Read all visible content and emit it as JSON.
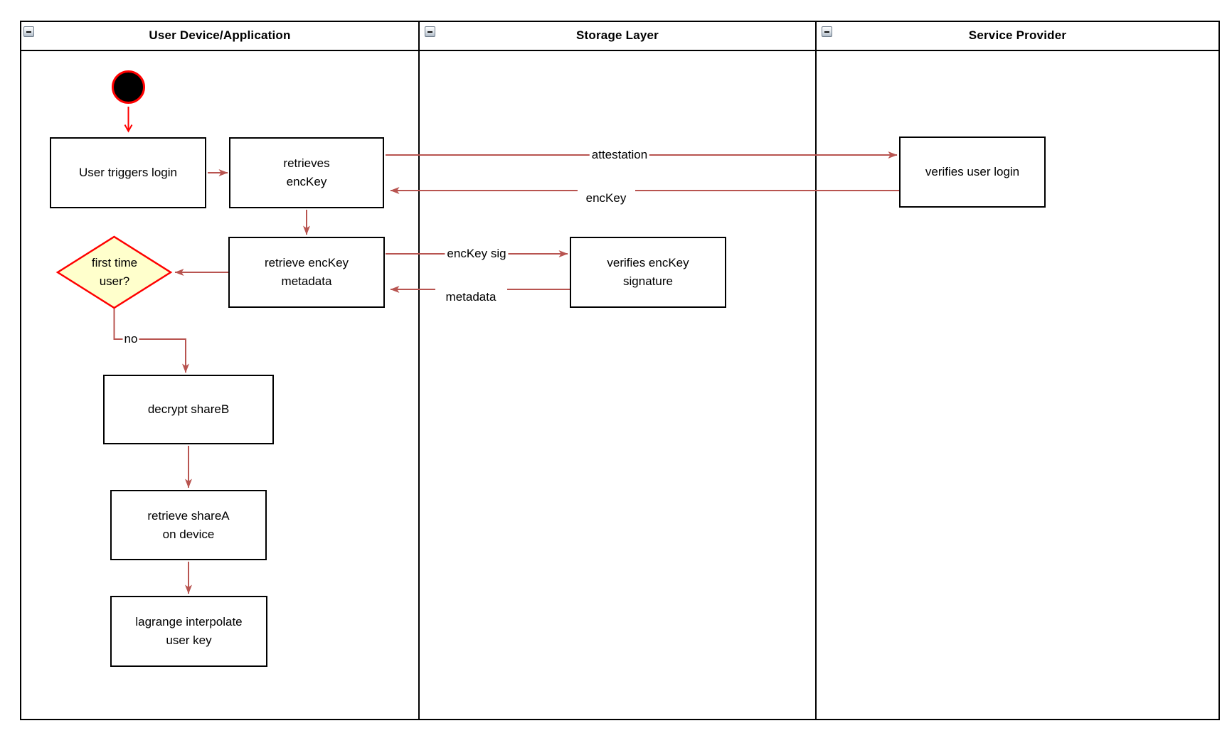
{
  "pool": {
    "lanes": [
      {
        "title": "User Device/Application",
        "collapse_icon": "minus-icon"
      },
      {
        "title": "Storage Layer",
        "collapse_icon": "minus-icon"
      },
      {
        "title": "Service Provider",
        "collapse_icon": "minus-icon"
      }
    ]
  },
  "nodes": {
    "user_triggers_login": "User triggers login",
    "retrieves_enckey": "retrieves\nencKey",
    "retrieve_enckey_metadata": "retrieve encKey\nmetadata",
    "first_time_user": "first time\nuser?",
    "decrypt_shareb": "decrypt shareB",
    "retrieve_sharea_on_device": "retrieve shareA\non device",
    "lagrange_interpolate_user_key": "lagrange interpolate\nuser key",
    "verifies_enckey_signature": "verifies encKey\nsignature",
    "verifies_user_login": "verifies user login"
  },
  "edge_labels": {
    "attestation": "attestation",
    "enckey": "encKey",
    "enckey_sig": "encKey sig",
    "metadata": "metadata",
    "no": "no"
  },
  "colors": {
    "flow_arrow": "#b85450",
    "accent_red": "#ff0000",
    "diamond_fill": "#ffffcc",
    "node_border": "#000000",
    "node_fill": "#ffffff",
    "start_node_fill": "#000000"
  }
}
